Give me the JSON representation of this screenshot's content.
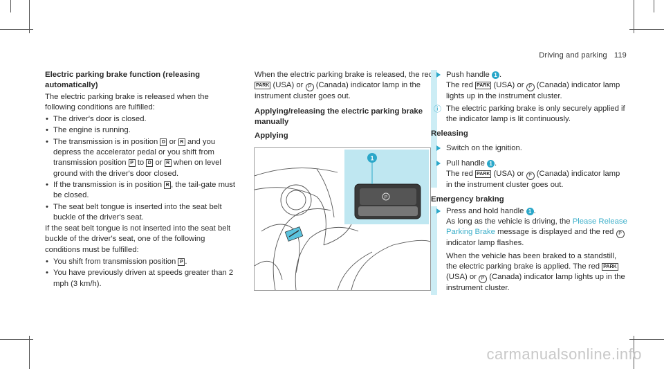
{
  "header": {
    "section": "Driving and parking",
    "page": "119"
  },
  "col1": {
    "heading": "Electric parking brake function (releasing automatically)",
    "intro": "The electric parking brake is released when the following conditions are fulfilled:",
    "bullets": [
      "The driver's door is closed.",
      "The engine is running.",
      "The transmission is in position",
      "If the transmission is in position",
      "The seat belt tongue is inserted into the seat belt buckle of the driver's seat."
    ],
    "b3a": "or",
    "b3b": "and you depress the accelerator pedal or you shift from transmission position",
    "b3c": "to",
    "b3d": "or",
    "b3e": "when on level ground with the driver's door closed.",
    "b4": ", the tail-gate must be closed.",
    "para2": "If the seat belt tongue is not inserted into the seat belt buckle of the driver's seat, one of the following conditions must be fulfilled:",
    "bullets2": [
      "You shift from transmission position",
      "You have previously driven at speeds greater than 2 mph (3 km/h)."
    ],
    "sym_d": "D",
    "sym_r": "R",
    "sym_p": "P"
  },
  "col2": {
    "intro1": "When the electric parking brake is released, the red",
    "intro2": "(USA) or",
    "intro3": "(Canada) indicator lamp in the instrument cluster goes out.",
    "heading": "Applying/releasing the electric parking brake manually",
    "sub": "Applying",
    "park": "PARK",
    "p_icon": "P"
  },
  "figure": {
    "callout": "1",
    "button_symbol": "P"
  },
  "col3": {
    "s1a": "Push handle",
    "s1b": ".",
    "s1c": "The red",
    "s1d": "(USA) or",
    "s1e": "(Canada) indicator lamp lights up in the instrument cluster.",
    "info": "The electric parking brake is only securely applied if the indicator lamp is lit continuously.",
    "releasing": "Releasing",
    "r1": "Switch on the ignition.",
    "r2a": "Pull handle",
    "r2b": ".",
    "r2c": "The red",
    "r2d": "(USA) or",
    "r2e": "(Canada) indicator lamp in the instrument cluster goes out.",
    "emergency": "Emergency braking",
    "e1a": "Press and hold handle",
    "e1b": ".",
    "e1c": "As long as the vehicle is driving, the",
    "e1link": "Please Release Parking Brake",
    "e1d": "message is displayed and the red",
    "e1e": "indicator lamp flashes.",
    "e2": "When the vehicle has been braked to a standstill, the electric parking brake is applied. The red",
    "e2b": "(USA) or",
    "e2c": "(Canada) indicator lamp lights up in the instrument cluster."
  },
  "watermark": "carmanualsonline.info"
}
